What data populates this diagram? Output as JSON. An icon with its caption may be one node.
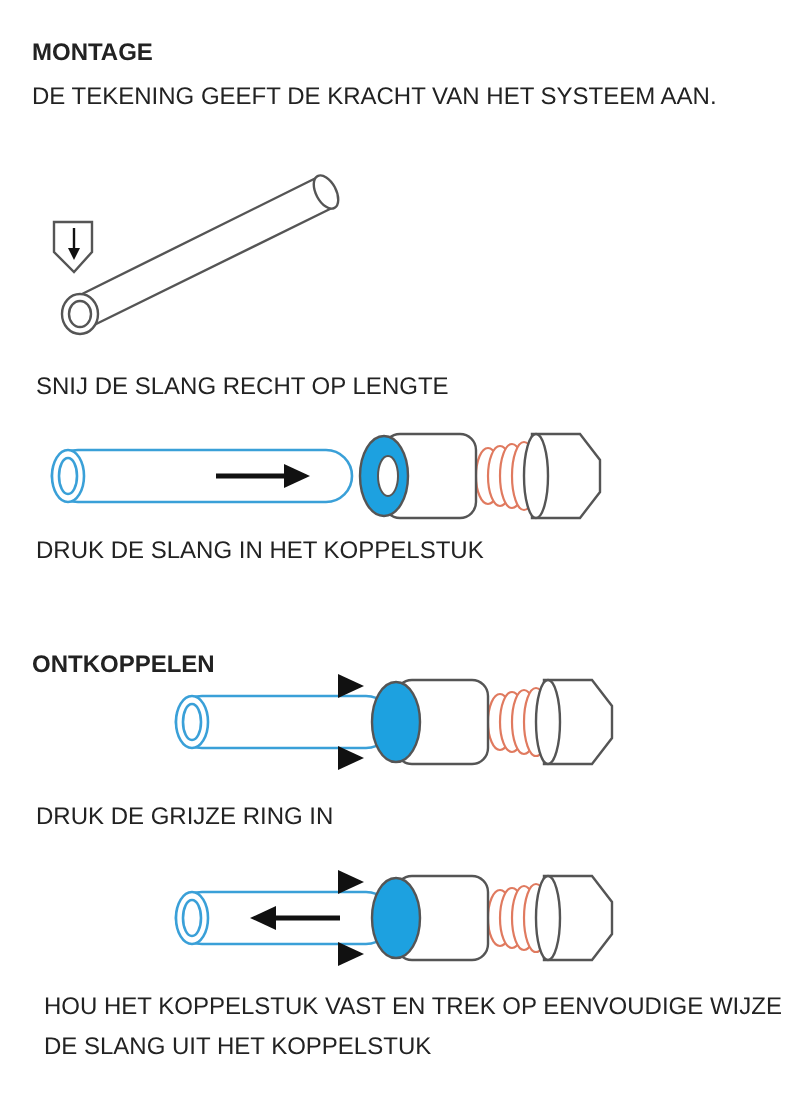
{
  "diagram": {
    "labels": [
      "MONTAGE",
      "DE TEKENING GEEFT DE KRACHT VAN HET SYSTEEM AAN.",
      "SNIJ DE SLANG RECHT OP LENGTE",
      "DRUK DE SLANG IN HET KOPPELSTUK",
      "ONTKOPPELEN",
      "DRUK DE GRIJZE RING IN",
      "HOU HET KOPPELSTUK VAST EN TREK OP EENVOUDIGE WIJZE DE SLANG UIT HET KOPPELSTUK"
    ]
  }
}
